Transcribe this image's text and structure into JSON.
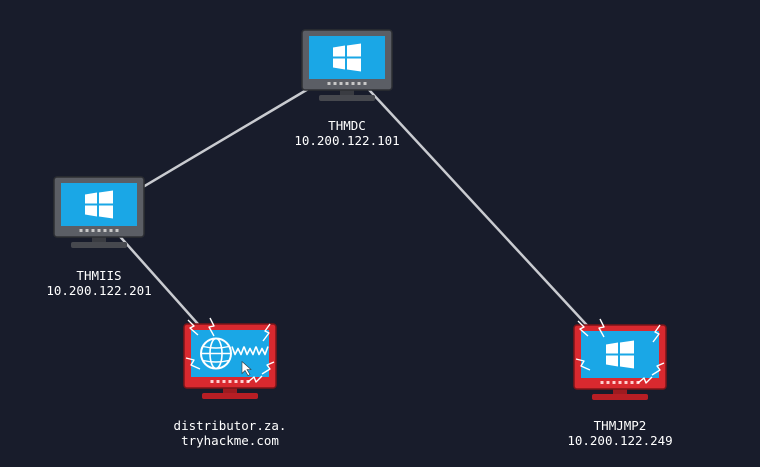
{
  "nodes": [
    {
      "id": "thmdc",
      "name": "THMDC",
      "ip": "10.200.122.101",
      "status": "normal",
      "icon": "windows-logo-icon"
    },
    {
      "id": "thmiis",
      "name": "THMIIS",
      "ip": "10.200.122.201",
      "status": "normal",
      "icon": "windows-logo-icon"
    },
    {
      "id": "distributor",
      "name": "distributor.za.",
      "ip": "tryhackme.com",
      "status": "compromised",
      "icon": "www-globe-icon"
    },
    {
      "id": "thmjmp2",
      "name": "THMJMP2",
      "ip": "10.200.122.249",
      "status": "compromised",
      "icon": "windows-logo-icon"
    }
  ],
  "links": [
    {
      "from": "thmdc",
      "to": "thmiis"
    },
    {
      "from": "thmdc",
      "to": "thmjmp2"
    },
    {
      "from": "thmiis",
      "to": "distributor"
    }
  ],
  "colors": {
    "background": "#181c2b",
    "link": "#c9cbd0",
    "monitor_normal": "#5b5e65",
    "monitor_compromised": "#d9292f",
    "screen": "#1aa7e6"
  }
}
